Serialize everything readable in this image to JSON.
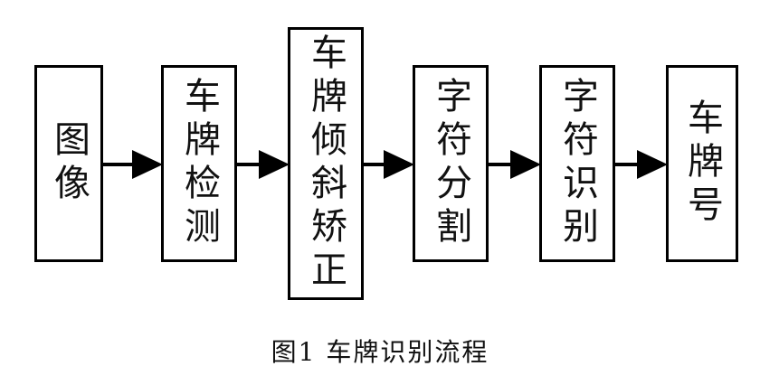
{
  "diagram": {
    "steps": [
      {
        "label": "图像"
      },
      {
        "label": "车牌检测"
      },
      {
        "label": "车牌倾斜矫正"
      },
      {
        "label": "字符分割"
      },
      {
        "label": "字符识别"
      },
      {
        "label": "车牌号"
      }
    ],
    "caption": "图1  车牌识别流程"
  }
}
